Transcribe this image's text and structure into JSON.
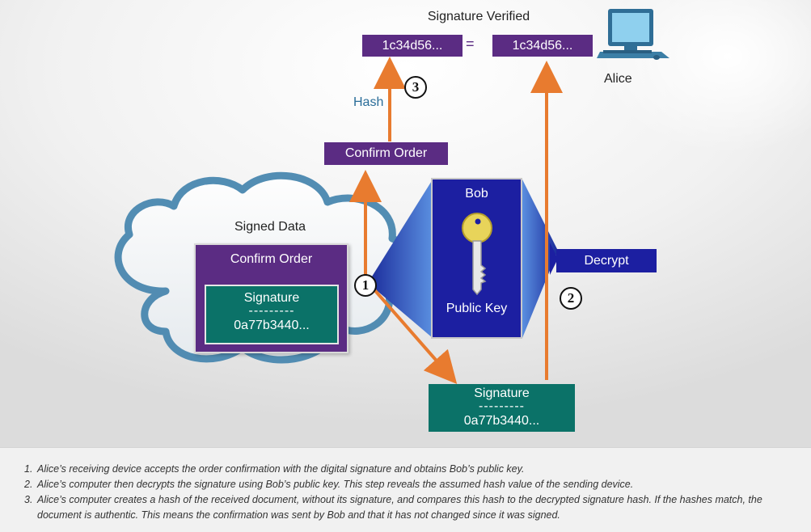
{
  "top": {
    "verified_label": "Signature Verified",
    "hash_left": "1c34d56...",
    "equals": "=",
    "hash_right": "1c34d56...",
    "computer_label": "Alice"
  },
  "hash_step": {
    "hash_label": "Hash",
    "confirm_order": "Confirm Order"
  },
  "cloud": {
    "label": "Signed Data",
    "doc_title": "Confirm Order",
    "signature_title": "Signature",
    "signature_dashes": "---------",
    "signature_value": "0a77b3440..."
  },
  "key_panel": {
    "owner": "Bob",
    "key_label": "Public Key",
    "decrypt_label": "Decrypt"
  },
  "signature_out": {
    "title": "Signature",
    "dashes": "---------",
    "value": "0a77b3440..."
  },
  "steps": [
    "1",
    "2",
    "3"
  ],
  "colors": {
    "arrow": "#e87b2f",
    "purple": "#5b2c83",
    "teal": "#0b7268",
    "navy": "#1c1fa1",
    "key": "#e8d45a"
  },
  "icons": [
    "computer-icon",
    "key-icon",
    "cloud-icon"
  ],
  "notes": [
    {
      "num": "1.",
      "text": "Alice’s receiving device accepts the order confirmation with the digital signature and obtains Bob’s public key."
    },
    {
      "num": "2.",
      "text": "Alice’s computer then decrypts the signature using Bob’s public key. This step reveals the assumed hash value of the sending device."
    },
    {
      "num": "3.",
      "text": "Alice’s computer creates a hash of the received document, without its signature, and compares this hash to the decrypted signature hash. If the hashes match, the document is authentic. This means the confirmation was sent by Bob and that it has not changed since it was signed."
    }
  ]
}
